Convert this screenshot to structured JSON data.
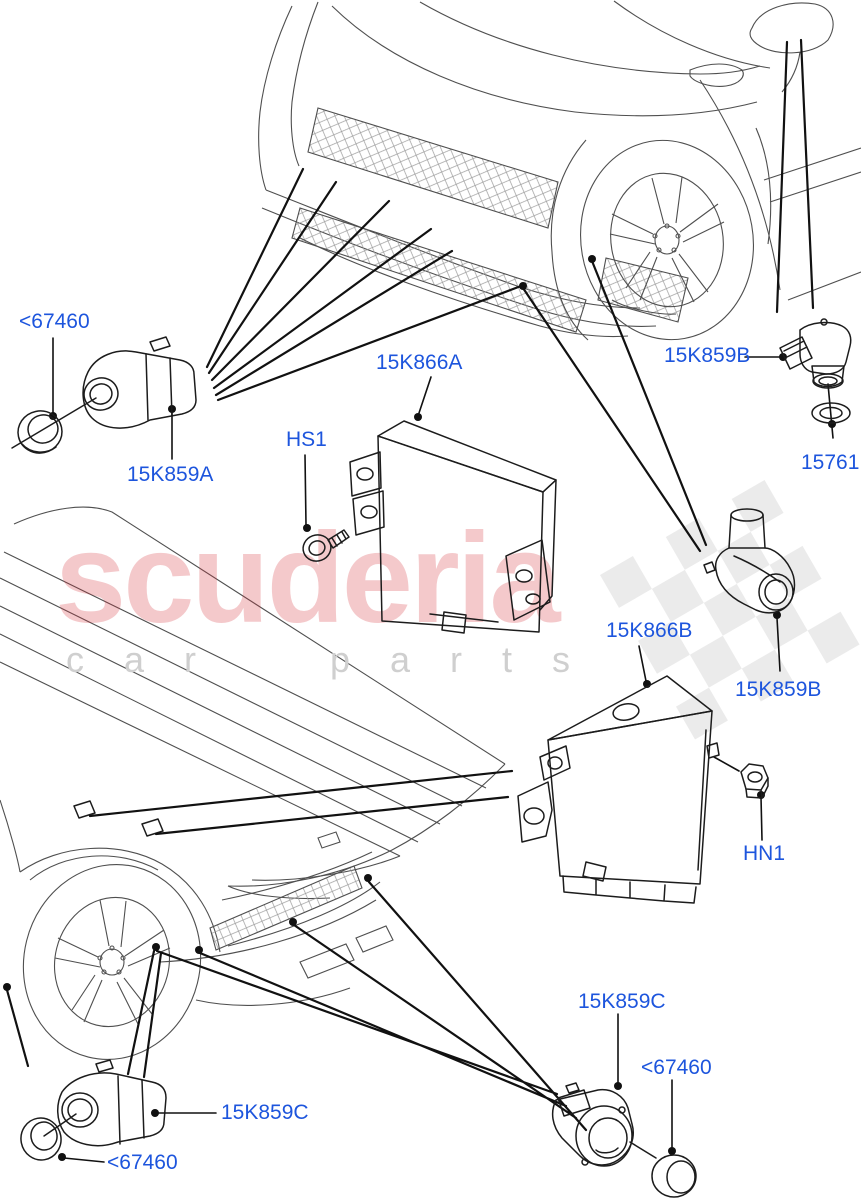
{
  "diagram": {
    "description": "Parking distance control sensors and modules exploded parts diagram",
    "watermark": {
      "brand": "scuderia",
      "sub": "car parts"
    },
    "colors": {
      "label_blue": "#1d55dd",
      "watermark_pink": "#d6323c",
      "watermark_gray": "#cfcfcf",
      "flag_gray": "#d8d8d8",
      "line_black": "#111111",
      "car_line_gray": "#4f4f4f"
    },
    "labels": [
      {
        "id": "front-cap",
        "text": "<67460"
      },
      {
        "id": "front-sensor",
        "text": "15K859A"
      },
      {
        "id": "screw",
        "text": "HS1"
      },
      {
        "id": "front-module",
        "text": "15K866A"
      },
      {
        "id": "side-sensor",
        "text": "15K859B"
      },
      {
        "id": "side-seal",
        "text": "15761"
      },
      {
        "id": "rear-module",
        "text": "15K866B"
      },
      {
        "id": "side-sensor-2",
        "text": "15K859B"
      },
      {
        "id": "nut",
        "text": "HN1"
      },
      {
        "id": "rear-sensor-right",
        "text": "15K859C"
      },
      {
        "id": "rear-cap-right",
        "text": "<67460"
      },
      {
        "id": "rear-sensor-left",
        "text": "15K859C"
      },
      {
        "id": "rear-cap-left",
        "text": "<67460"
      }
    ]
  }
}
